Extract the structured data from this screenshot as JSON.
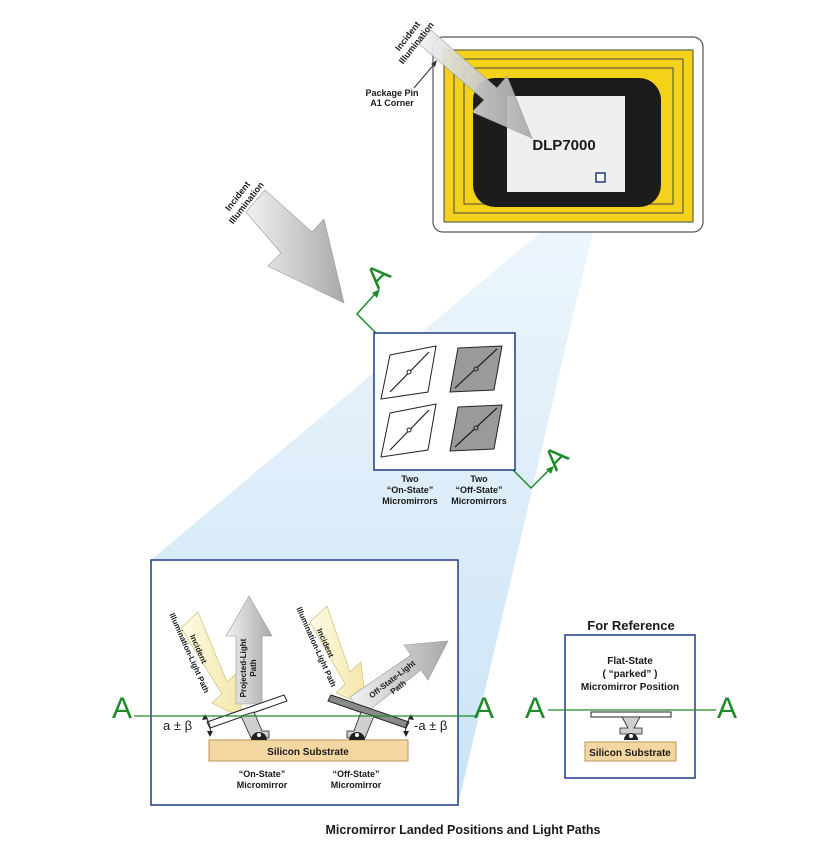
{
  "labels": {
    "incident_top_line1": "Incident",
    "incident_top_line2": "Illumination",
    "incident_mid_line1": "Incident",
    "incident_mid_line2": "Illumination",
    "package_pin_line1": "Package Pin",
    "package_pin_line2": "A1 Corner",
    "device_name": "DLP7000",
    "section_marker": "A",
    "two_on_line1": "Two",
    "two_on_line2": "“On-State”",
    "two_on_line3": "Micromirrors",
    "two_off_line1": "Two",
    "two_off_line2": "“Off-State”",
    "two_off_line3": "Micromirrors",
    "incident_path_left_line1": "Incident",
    "incident_path_left_line2": "Illumination-Light Path",
    "projected_path_line1": "Projected-Light",
    "projected_path_line2": "Path",
    "incident_path_right_line1": "Incident",
    "incident_path_right_line2": "Illumination-Light Path",
    "off_state_path_line1": "Off-State-Light",
    "off_state_path_line2": "Path",
    "angle_pos": "a ± β",
    "angle_neg": "-a ± β",
    "silicon_substrate": "Silicon Substrate",
    "on_state_line1": "“On-State”",
    "on_state_line2": "Micromirror",
    "off_state_line1": "“Off-State”",
    "off_state_line2": "Micromirror",
    "for_reference": "For Reference",
    "flat_state_line1": "Flat-State",
    "flat_state_line2": "( “parked” )",
    "flat_state_line3": "Micromirror Position",
    "reference_substrate": "Silicon Substrate",
    "caption": "Micromirror Landed Positions and Light Paths"
  },
  "colors": {
    "package_yellow": "#f5d21a",
    "die_black": "#1c1c1c",
    "array_gray": "#efefef",
    "beam_blue": "#cfe6f7",
    "frame_blue": "#1f3c88",
    "section_green": "#1f8a2a",
    "substrate_tan": "#f4d7a0",
    "arrow_yellow": "#fbf4c7",
    "arrow_gray": "#b8b8b8"
  }
}
